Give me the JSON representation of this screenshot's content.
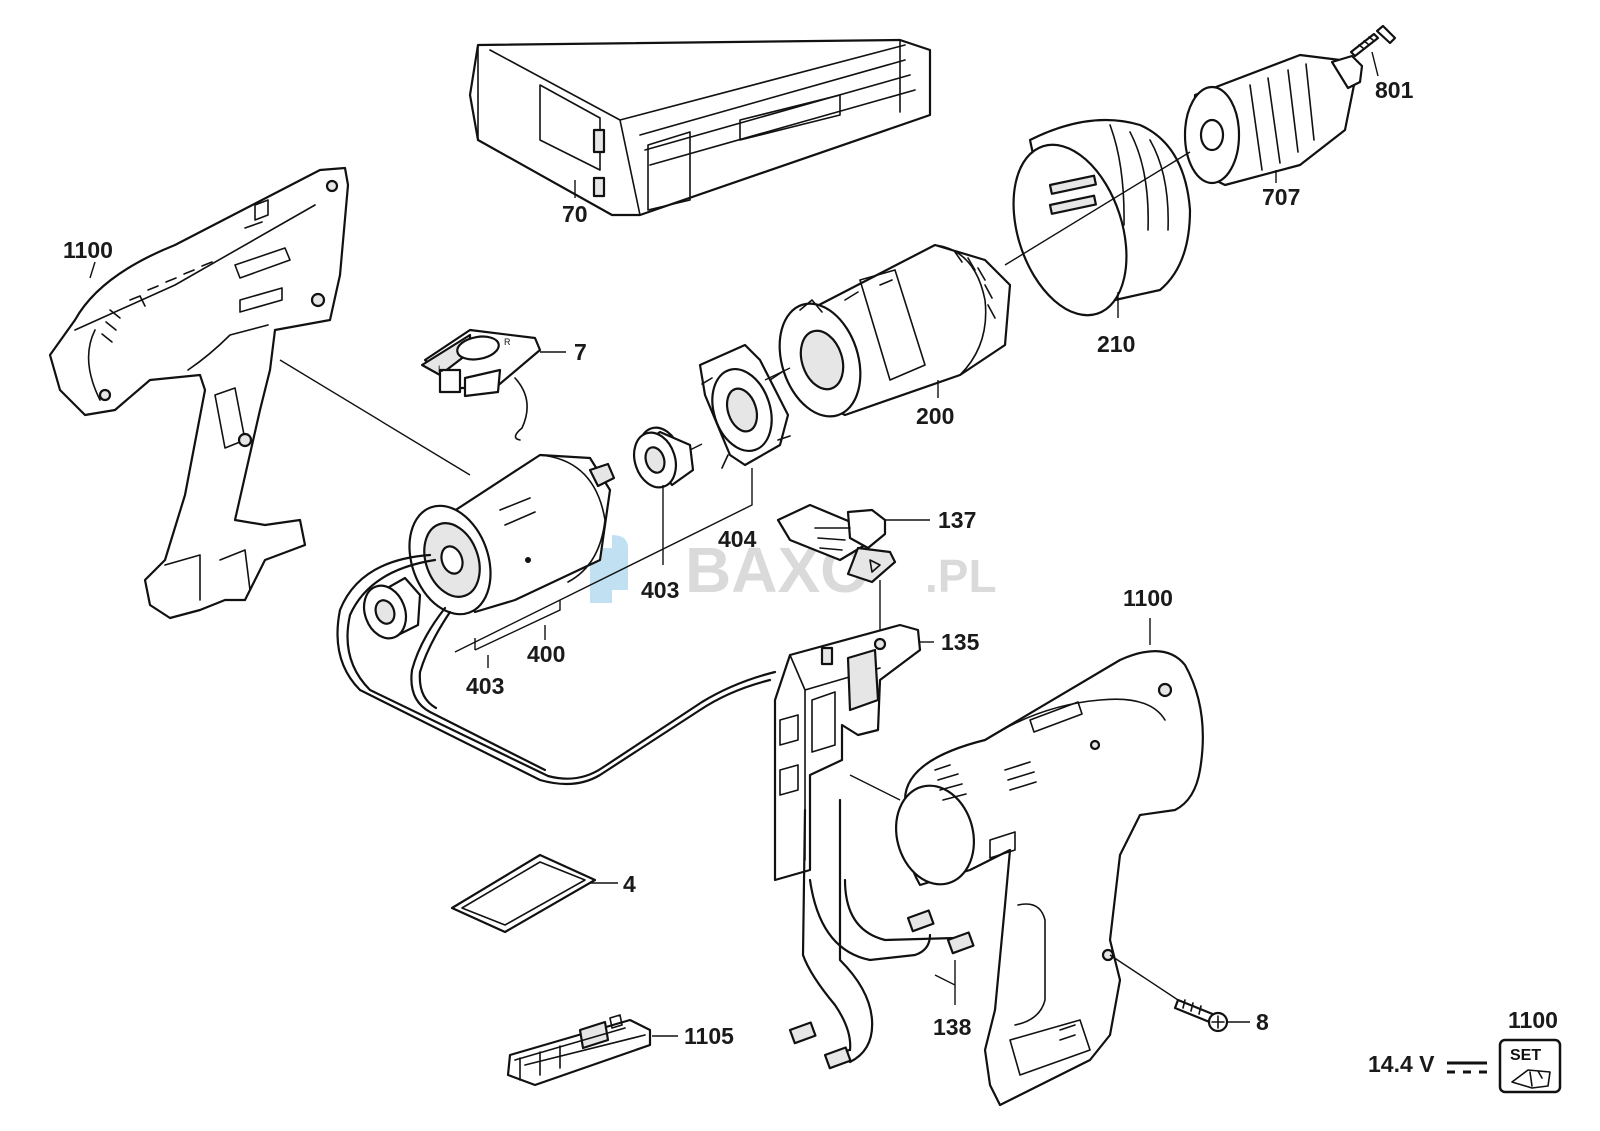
{
  "parts": {
    "p70": "70",
    "p801": "801",
    "p707": "707",
    "p1100_left": "1100",
    "p1100_right": "1100",
    "p1100_set": "1100",
    "p210": "210",
    "p7": "7",
    "p200": "200",
    "p137": "137",
    "p404": "404",
    "p403_upper": "403",
    "p403_lower": "403",
    "p400": "400",
    "p135": "135",
    "p4": "4",
    "p8": "8",
    "p138": "138",
    "p1105": "1105"
  },
  "voltage": "14.4 V",
  "set_badge": "SET",
  "watermark": {
    "text": "BAXO",
    "suffix": ".PL",
    "color": "#bcbcbc",
    "accent": "#8ec6e8"
  },
  "icons": [
    "set-icon",
    "dc-symbol-icon"
  ]
}
